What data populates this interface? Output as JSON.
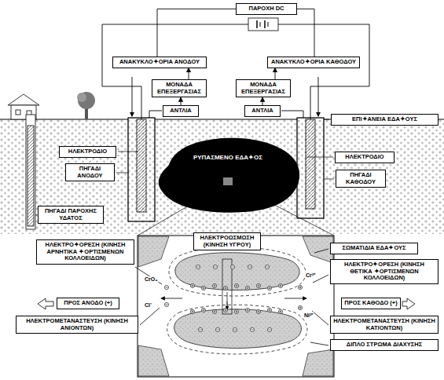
{
  "diagram": {
    "nodes": [
      {
        "text": [
          "ΠΑΡΟΧΗ DC"
        ]
      },
      {
        "text": [
          "ΑΝΑΚΥΚΛΟ✦ΟΡΙΑ ΑΝΟΔΟΥ"
        ]
      },
      {
        "text": [
          "ΑΝΑΚΥΚΛΟ✦ΟΡΙΑ ΚΑΘΟΔΟΥ"
        ]
      },
      {
        "text": [
          "ΜΟΝΑΔΑ ΕΠΕΞΕΡΓΑΣΙΑΣ"
        ]
      },
      {
        "text": [
          "ΜΟΝΑΔΑ ΕΠΕΞΕΡΓΑΣΙΑΣ"
        ]
      },
      {
        "text": [
          "ΑΝΤΛΙΑ"
        ]
      },
      {
        "text": [
          "ΑΝΤΛΙΑ"
        ]
      },
      {
        "text": [
          "ΕΠΙ✦ΑΝΕΙΑ ΕΔΑ✦ΟΥΣ"
        ]
      },
      {
        "text": [
          "ΗΛΕΚΤΡΟΔΙΟ"
        ]
      },
      {
        "text": [
          "ΗΛΕΚΤΡΟΔΙΟ"
        ]
      },
      {
        "text": [
          "ΠΗΓΑΔΙ ΑΝΟΔΟΥ"
        ]
      },
      {
        "text": [
          "ΠΗΓΑΔΙ ΚΑΘΟΔΟΥ"
        ]
      },
      {
        "text": [
          "ΡΥΠΑΣΜΕΝΟ ΕΔΑ✦ΟΣ"
        ]
      },
      {
        "text": [
          "ΠΗΓΑΔΙ ΠΑΡΟΧΗΣ ΥΔΑΤΟΣ"
        ]
      },
      {
        "text": [
          "ΗΛΕΚΤΡΟ✦ΟΡΕΣΗ (ΚΙΝΗΣΗ ΑΡΝΗΤΙΚΑ ✦ΟΡΤΙΣΜΕΝΩΝ ΚΟΛΛΟΕΙΔΩΝ)"
        ]
      },
      {
        "text": [
          "ΗΛΕΚΤΡΟΩΣΜΩΣΗ (ΚΙΝΗΣΗ ΥΓΡΟΥ)"
        ]
      },
      {
        "text": [
          "ΣΩΜΑΤΙΔΙΑ ΕΔΑ✦ΟΥΣ"
        ]
      },
      {
        "text": [
          "ΗΛΕΚΤΡΟ✦ΟΡΕΣΗ (ΚΙΝΗΣΗ ΘΕΤΙΚΑ ✦ΟΡΤΙΣΜΕΝΩΝ ΚΟΛΛΟΕΙΔΩΝ)"
        ]
      },
      {
        "text": [
          "ΠΡΟΣ ΑΝΟΔΟ (+)"
        ]
      },
      {
        "text": [
          "ΠΡΟΣ ΚΑΘΟΔΟ (+)"
        ]
      },
      {
        "text": [
          "ΗΛΕΚΤΡΟΜΕΤΑΝΑΣΤΕΥΣΗ (ΚΙΝΗΣΗ ΑΝΙΟΝΤΩΝ)"
        ]
      },
      {
        "text": [
          "ΗΛΕΚΤΡΟΜΕΤΑΝΑΣΤΕΥΣΗ (ΚΙΝΗΣΗ ΚΑΤΙΟΝΤΩΝ)"
        ]
      },
      {
        "text": [
          "ΔΙΠΛΟ ΣΤΡΩΜΑ ΔΙΑΧΥΣΗΣ"
        ]
      }
    ],
    "edges": [
      {
        "from": 0,
        "to": 1,
        "arrow": "none"
      },
      {
        "from": 0,
        "to": 2,
        "arrow": "none"
      },
      {
        "from": 5,
        "to": 3,
        "arrow": "to"
      },
      {
        "from": 3,
        "to": 1,
        "arrow": "to"
      },
      {
        "from": 6,
        "to": 4,
        "arrow": "to"
      },
      {
        "from": 4,
        "to": 2,
        "arrow": "to"
      }
    ],
    "labels": [
      "CrO₄",
      "Cl⁻",
      "Cr³⁺",
      "Ni²⁺"
    ]
  }
}
